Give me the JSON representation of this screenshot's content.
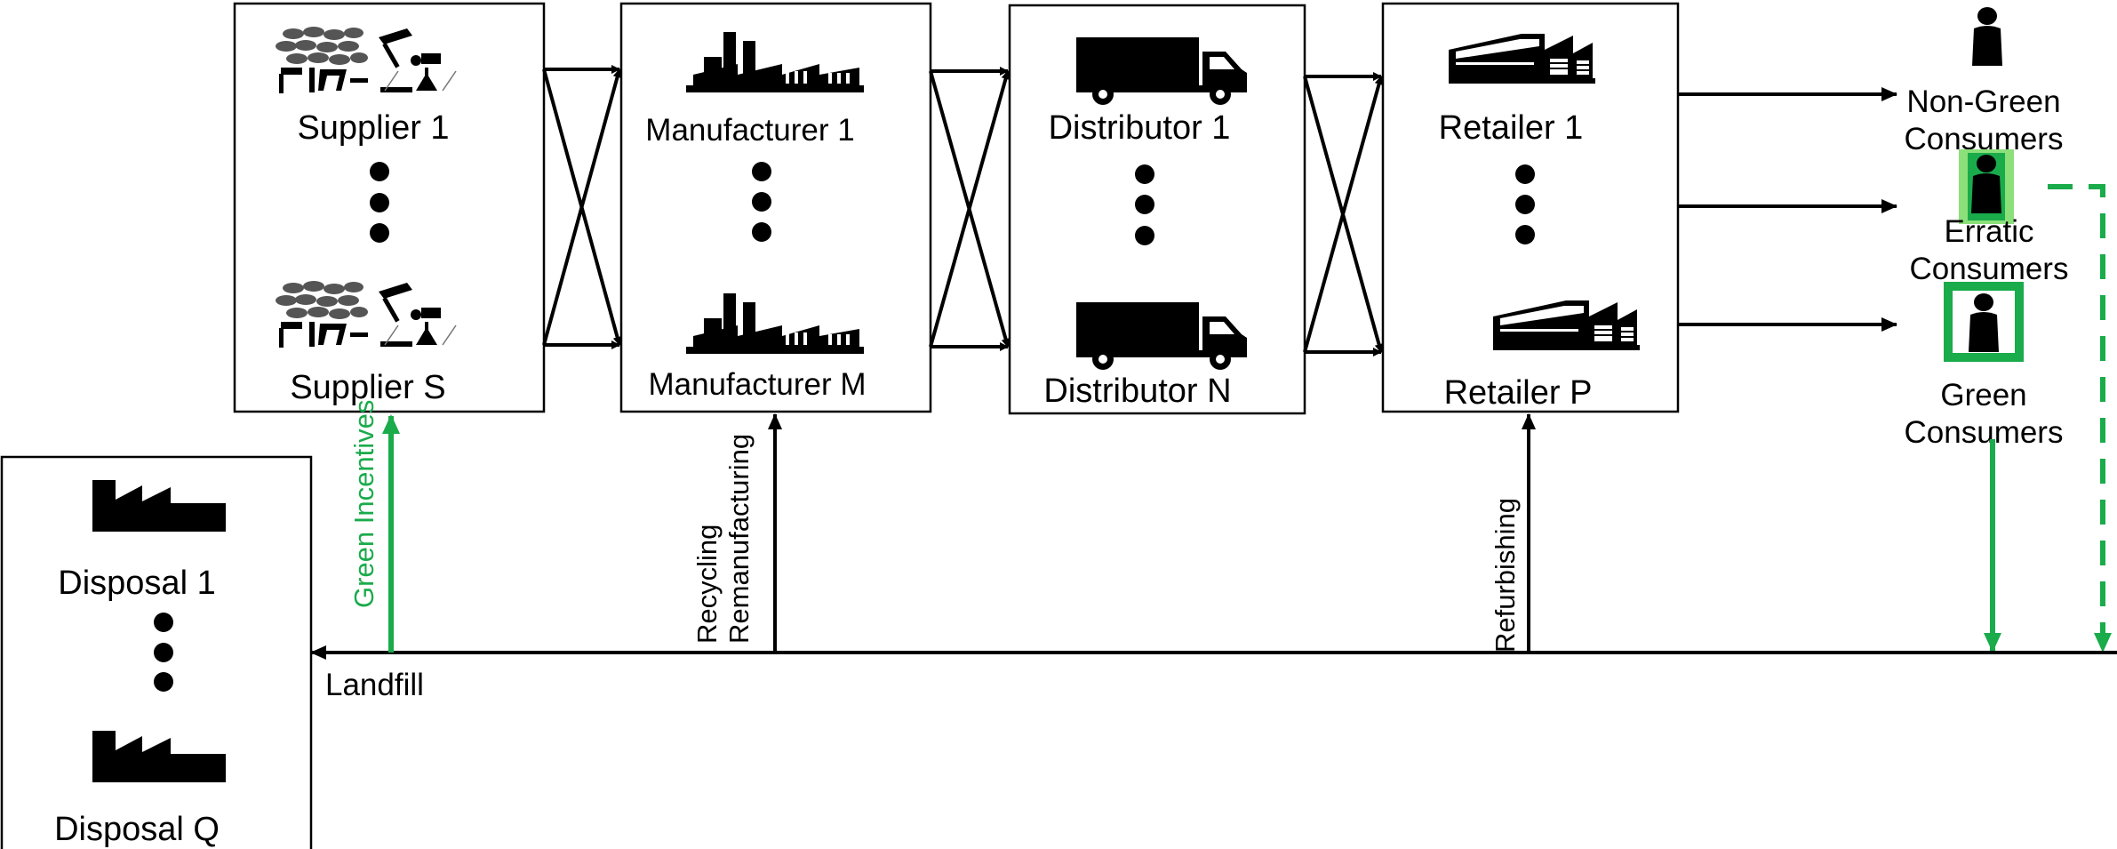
{
  "suppliers": {
    "top_label": "Supplier 1",
    "bottom_label": "Supplier S"
  },
  "manufacturers": {
    "top_label": "Manufacturer 1",
    "bottom_label": "Manufacturer M"
  },
  "distributors": {
    "top_label": "Distributor 1",
    "bottom_label": "Distributor N"
  },
  "retailers": {
    "top_label": "Retailer 1",
    "bottom_label": "Retailer P"
  },
  "consumers": {
    "non_green": {
      "line1": "Non-Green",
      "line2": "Consumers"
    },
    "erratic": {
      "line1": "Erratic",
      "line2": "Consumers"
    },
    "green": {
      "line1": "Green",
      "line2": "Consumers"
    }
  },
  "disposal": {
    "top_label": "Disposal 1",
    "bottom_label": "Disposal Q"
  },
  "flows": {
    "green_incentives": "Green Incentives",
    "recycling": "Recycling",
    "remanufacturing": "Remanufacturing",
    "refurbishing": "Refurbishing",
    "landfill": "Landfill"
  },
  "colors": {
    "green": "#1aab4b",
    "green_light": "#8be07a",
    "black": "#000000"
  },
  "icons": [
    "plantation-mining-icon",
    "factory-icon",
    "truck-icon",
    "warehouse-icon",
    "person-icon",
    "disposal-factory-icon"
  ]
}
